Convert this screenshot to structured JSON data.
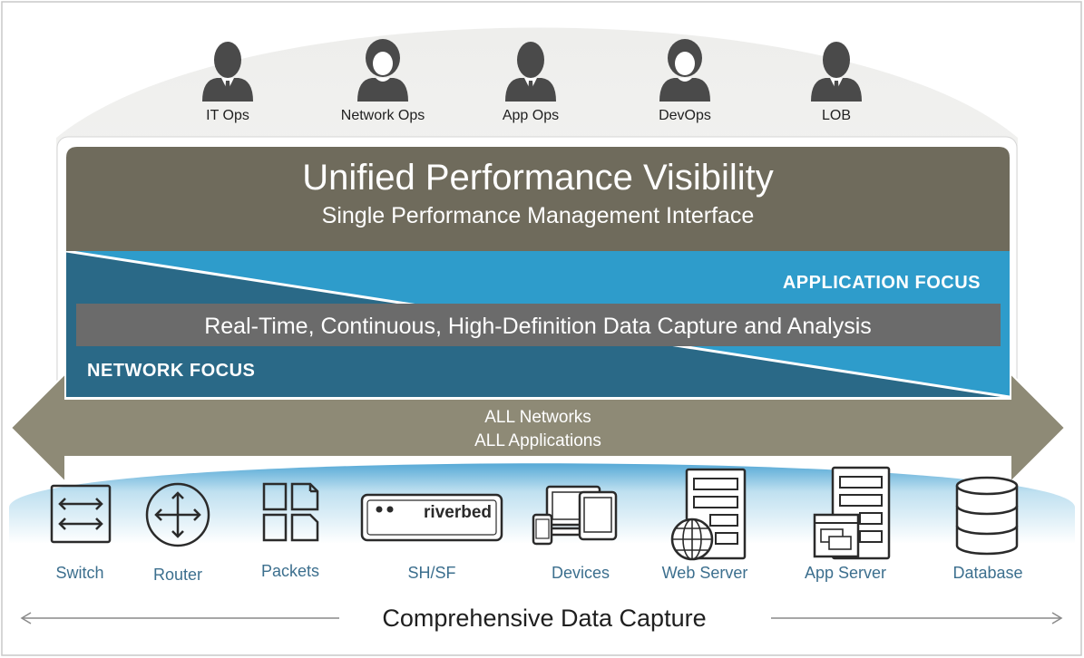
{
  "personas": [
    {
      "label": "IT Ops",
      "icon": "man-icon"
    },
    {
      "label": "Network Ops",
      "icon": "woman-icon"
    },
    {
      "label": "App Ops",
      "icon": "man-icon"
    },
    {
      "label": "DevOps",
      "icon": "woman-icon"
    },
    {
      "label": "LOB",
      "icon": "man-icon"
    }
  ],
  "header": {
    "title": "Unified Performance Visibility",
    "subtitle": "Single Performance Management Interface"
  },
  "focus": {
    "application": "APPLICATION FOCUS",
    "network": "NETWORK FOCUS",
    "capture_bar": "Real-Time, Continuous, High-Definition Data Capture and Analysis"
  },
  "arrow": {
    "line1": "ALL Networks",
    "line2": "ALL Applications"
  },
  "sources": [
    {
      "label": "Switch",
      "icon": "switch-icon"
    },
    {
      "label": "Router",
      "icon": "router-icon"
    },
    {
      "label": "Packets",
      "icon": "packets-icon"
    },
    {
      "label": "SH/SF",
      "icon": "appliance-icon",
      "brand": "riverbed"
    },
    {
      "label": "Devices",
      "icon": "devices-icon"
    },
    {
      "label": "Web Server",
      "icon": "web-server-icon"
    },
    {
      "label": "App Server",
      "icon": "app-server-icon"
    },
    {
      "label": "Database",
      "icon": "database-icon"
    }
  ],
  "footer": {
    "caption": "Comprehensive Data Capture"
  },
  "colors": {
    "taupe": "#6f6b5c",
    "blue": "#2e9ccb",
    "dark_blue": "#2a6987",
    "bar_gray": "#6b6b6b",
    "arrow_taupe": "#8e8a76",
    "icon_dark": "#2b2b2b",
    "label_blue": "#3c6f8e"
  }
}
